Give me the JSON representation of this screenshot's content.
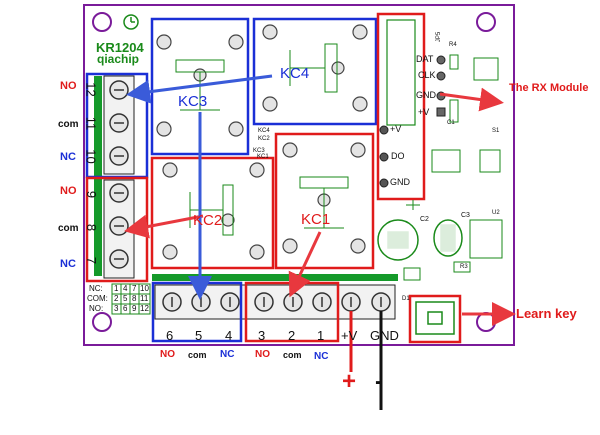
{
  "board": {
    "model": "KR1204",
    "maker": "qiachip"
  },
  "relays": {
    "kc1": "KC1",
    "kc2": "KC2",
    "kc3": "KC3",
    "kc4": "KC4"
  },
  "left_terminals": {
    "numbers": [
      "12",
      "11",
      "10",
      "9",
      "8",
      "7"
    ],
    "labels": [
      "NO",
      "com",
      "NC",
      "NO",
      "com",
      "NC"
    ]
  },
  "bottom_terminals": {
    "numbers": [
      "6",
      "5",
      "4",
      "3",
      "2",
      "1",
      "+V",
      "GND"
    ],
    "labels": [
      "NO",
      "com",
      "NC",
      "NO",
      "com",
      "NC"
    ]
  },
  "header_pins": {
    "top": [
      "DAT",
      "CLK",
      "GND",
      "+V"
    ],
    "right": [
      "+V",
      "DO",
      "GND"
    ]
  },
  "mapping_table": {
    "row_labels": [
      "NC:",
      "COM:",
      "NO:"
    ],
    "rows": [
      [
        "1",
        "4",
        "7",
        "10"
      ],
      [
        "2",
        "5",
        "8",
        "11"
      ],
      [
        "3",
        "6",
        "9",
        "12"
      ]
    ]
  },
  "components": {
    "jp5": "JP5",
    "r4": "R4",
    "c1": "C1",
    "c2": "C2",
    "c3": "C3",
    "u2": "U2",
    "r3": "R3",
    "d1": "D1",
    "s1": "S1",
    "kc4_small": "KC4",
    "kc2_small": "KC2",
    "kc3_small": "KC3",
    "kc1_small": "KC1"
  },
  "callouts": {
    "rx_module": "The RX Module",
    "learn_key": "Learn key"
  },
  "power": {
    "plus": "+",
    "minus": "-"
  },
  "colors": {
    "board": "#ffffff",
    "board_outline": "#7a1b9a",
    "terminal_green": "#159a2a",
    "relay_box": "#e01b1b",
    "relay_blue": "#1a2fd6",
    "arrow_red": "#e8383e",
    "arrow_blue": "#3a5bd9"
  }
}
